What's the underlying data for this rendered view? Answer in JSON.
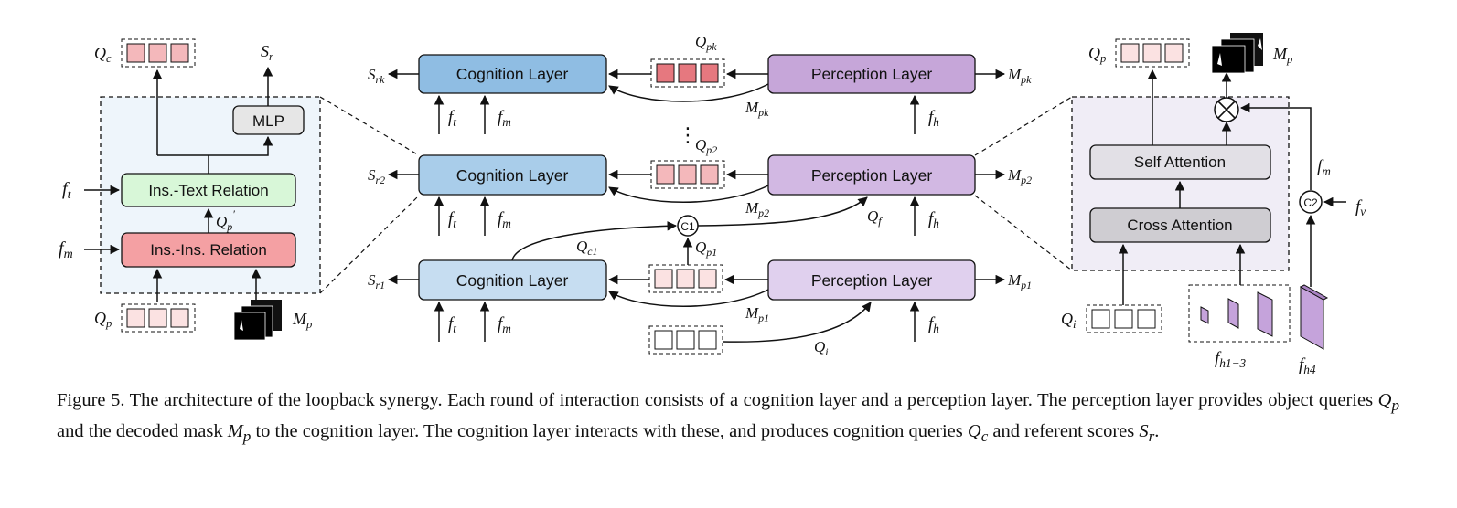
{
  "left_panel": {
    "mlp": "MLP",
    "ins_text": "Ins.-Text Relation",
    "ins_ins": "Ins.-Ins. Relation",
    "labels": {
      "qc": "Q",
      "qc_sub": "c",
      "sr": "S",
      "sr_sub": "r",
      "ft": "f",
      "ft_sub": "t",
      "fm": "f",
      "fm_sub": "m",
      "qp_prime": "Q",
      "qp_prime_sub": "p",
      "qp": "Q",
      "qp_sub": "p",
      "mp": "M",
      "mp_sub": "p"
    }
  },
  "middle": {
    "cognition": "Cognition Layer",
    "perception": "Perception Layer",
    "rows": [
      {
        "sr": "rk",
        "mp": "pk",
        "q": "pk",
        "m": "pk"
      },
      {
        "sr": "r2",
        "mp": "p2",
        "q": "p2",
        "m": "p2"
      },
      {
        "sr": "r1",
        "mp": "p1",
        "q": "p1",
        "m": "p1"
      }
    ],
    "c1": "C1",
    "labels": {
      "ft": "f",
      "ft_sub": "t",
      "fm": "f",
      "fm_sub": "m",
      "fh": "f",
      "fh_sub": "h",
      "qf": "Q",
      "qf_sub": "f",
      "qc1": "Q",
      "qc1_sub": "c1",
      "qi": "Q",
      "qi_sub": "i",
      "dots": "⋮"
    }
  },
  "right_panel": {
    "self_attention": "Self Attention",
    "cross_attention": "Cross Attention",
    "c2": "C2",
    "labels": {
      "qp": "Q",
      "qp_sub": "p",
      "mp": "M",
      "mp_sub": "p",
      "fm": "f",
      "fm_sub": "m",
      "fv": "f",
      "fv_sub": "v",
      "qi": "Q",
      "qi_sub": "i",
      "fh13": "f",
      "fh13_sub": "h1−3",
      "fh4": "f",
      "fh4_sub": "h4"
    }
  },
  "colors": {
    "cognition_top": "#8fbde3",
    "cognition_mid": "#a9cdea",
    "cognition_bot": "#c6ddf1",
    "perception_top": "#c6a6d9",
    "perception_mid": "#d2b8e3",
    "perception_bot": "#e0d0ee",
    "ins_text": "#d8f7d8",
    "ins_ins": "#f4a0a3",
    "mlp": "#e6e6e6",
    "attention": "#d6d6d9",
    "left_panel_bg": "#eef5fb",
    "right_panel_bg": "#f0edf6",
    "query_dark": "#e6787f",
    "query_mid": "#f4b8bb",
    "query_light": "#fbe2e2",
    "feature_purple": "#c5a3db"
  },
  "caption": {
    "part1": "Figure 5. The architecture of the loopback synergy. Each round of interaction consists of a cognition layer and a perception layer. The perception layer provides object queries ",
    "qp": "Q",
    "qp_sub": "p",
    "part2": " and the decoded mask ",
    "mp": "M",
    "mp_sub": "p",
    "part3": " to the cognition layer. The cognition layer interacts with these, and produces cognition queries ",
    "qc": "Q",
    "qc_sub": "c",
    "part4": " and referent scores ",
    "sr": "S",
    "sr_sub": "r",
    "part5": "."
  }
}
